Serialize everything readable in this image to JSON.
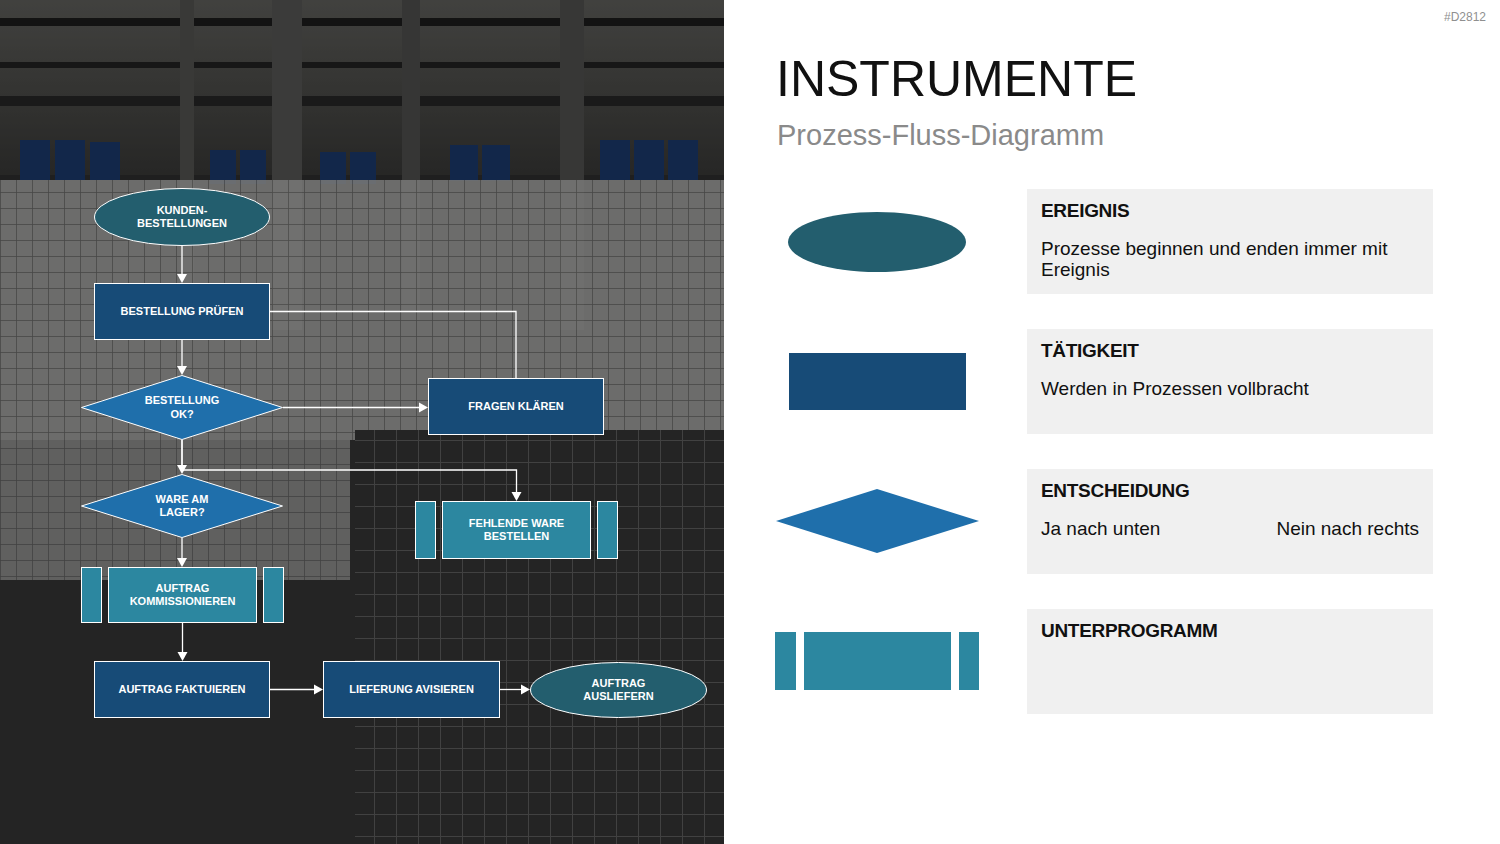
{
  "diagram": {
    "title": "INSTRUMENTE",
    "caption": "Prozess-Fluss-Diagramm",
    "nodes": [
      {
        "text": [
          "KUNDEN- BESTELLUNGEN"
        ]
      },
      {
        "text": [
          "BESTELLUNG PRÜFEN"
        ]
      },
      {
        "text": [
          "BESTELLUNG OK?"
        ]
      },
      {
        "text": [
          "FRAGEN KLÄREN"
        ]
      },
      {
        "text": [
          "WARE AM LAGER?"
        ]
      },
      {
        "text": [
          "FEHLENDE WARE BESTELLEN"
        ]
      },
      {
        "text": [
          "AUFTRAG KOMMISSIONIEREN"
        ]
      },
      {
        "text": [
          "AUFTRAG FAKTUIEREN"
        ]
      },
      {
        "text": [
          "LIEFERUNG AVISIEREN"
        ]
      },
      {
        "text": [
          "AUFTRAG AUSLIEFERN"
        ]
      },
      {
        "text": [
          "EREIGNIS",
          "Prozesse beginnen und enden immer mit Ereignis"
        ]
      },
      {
        "text": [
          "TÄTIGKEIT",
          "Werden in Prozessen vollbracht"
        ]
      },
      {
        "text": [
          "ENTSCHEIDUNG",
          "Ja nach unten",
          "Nein nach rechts"
        ]
      },
      {
        "text": [
          "UNTERPROGRAMM"
        ]
      }
    ],
    "edges": [
      {
        "from": 0,
        "to": 1,
        "arrow": "to"
      },
      {
        "from": 1,
        "to": 2,
        "arrow": "to"
      },
      {
        "from": 2,
        "to": 3,
        "arrow": "to"
      },
      {
        "from": 3,
        "to": 1,
        "arrow": "none"
      },
      {
        "from": 2,
        "to": 4,
        "arrow": "to"
      },
      {
        "from": 2,
        "to": 5,
        "arrow": "to"
      },
      {
        "from": 4,
        "to": 6,
        "arrow": "to"
      },
      {
        "from": 6,
        "to": 7,
        "arrow": "to"
      },
      {
        "from": 7,
        "to": 8,
        "arrow": "to"
      },
      {
        "from": 8,
        "to": 9,
        "arrow": "to"
      }
    ],
    "labels": [
      "#D2812"
    ]
  }
}
